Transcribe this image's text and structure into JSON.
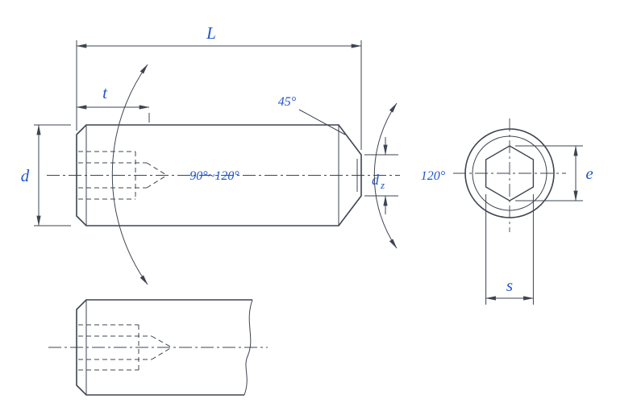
{
  "labels": {
    "overall_length": "L",
    "socket_depth": "t",
    "thread_diameter": "d",
    "chamfer_angle": "45°",
    "internal_cone_angle": "90°~120°",
    "point_diameter_base": "d",
    "point_diameter_subscript": "z",
    "point_angle": "120°",
    "socket_corner_width": "e",
    "socket_flat_width": "s"
  },
  "colors": {
    "line": "#3d4450",
    "dimension_text": "#2257c9",
    "background": "#ffffff"
  }
}
